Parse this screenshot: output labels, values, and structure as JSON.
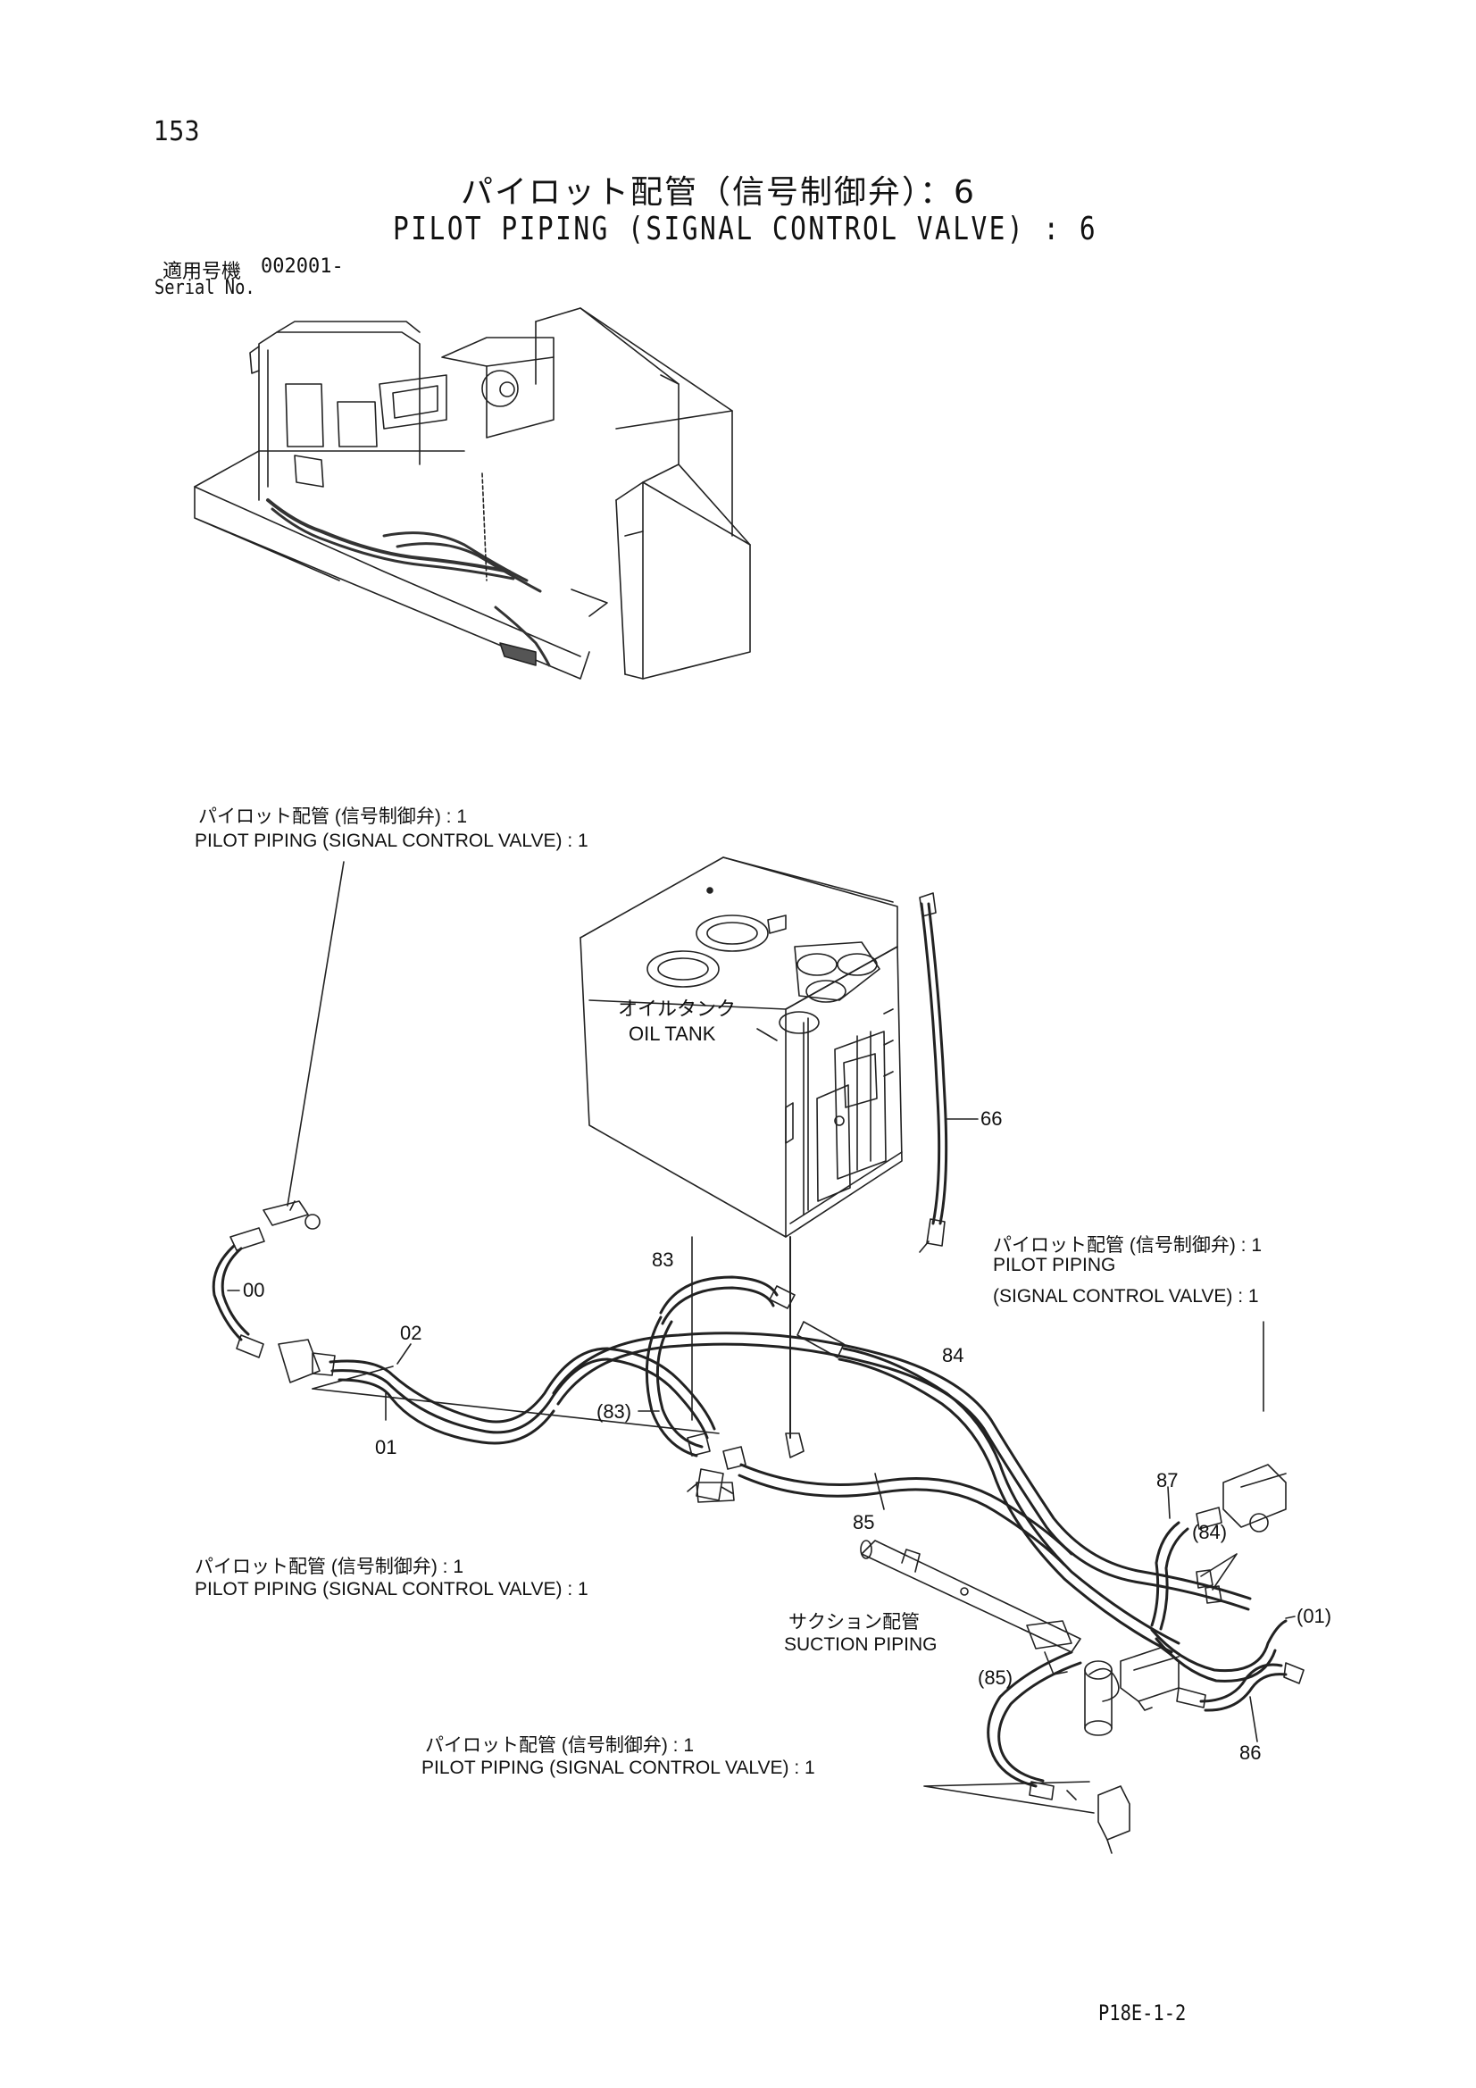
{
  "page_number": "153",
  "title_jp": "パイロット配管（信号制御弁）：6",
  "title_en": "PILOT PIPING (SIGNAL CONTROL VALVE) : 6",
  "serial": {
    "label_jp": "適用号機",
    "value": "002001-",
    "label_en": "Serial No."
  },
  "callouts": {
    "top_left": {
      "jp": "パイロット配管 (信号制御弁) : 1",
      "en": "PILOT PIPING (SIGNAL CONTROL VALVE) : 1"
    },
    "right": {
      "jp": "パイロット配管 (信号制御弁) : 1",
      "en1": "PILOT PIPING",
      "en2": "(SIGNAL CONTROL VALVE) : 1"
    },
    "mid_left": {
      "jp": "パイロット配管 (信号制御弁) : 1",
      "en": "PILOT PIPING (SIGNAL CONTROL VALVE) : 1"
    },
    "bottom": {
      "jp": "パイロット配管 (信号制御弁) : 1",
      "en": "PILOT PIPING (SIGNAL CONTROL VALVE) : 1"
    }
  },
  "components": {
    "oil_tank_jp": "オイルタンク",
    "oil_tank_en": "OIL TANK",
    "suction_jp": "サクション配管",
    "suction_en": "SUCTION PIPING"
  },
  "part_numbers": {
    "p66": "66",
    "p00": "00",
    "p02": "02",
    "p01": "01",
    "p83": "83",
    "p83r": "(83)",
    "p84": "84",
    "p84r": "(84)",
    "p85": "85",
    "p85r": "(85)",
    "p87": "87",
    "p01r": "(01)",
    "p86": "86"
  },
  "footer_code": "P18E-1-2"
}
